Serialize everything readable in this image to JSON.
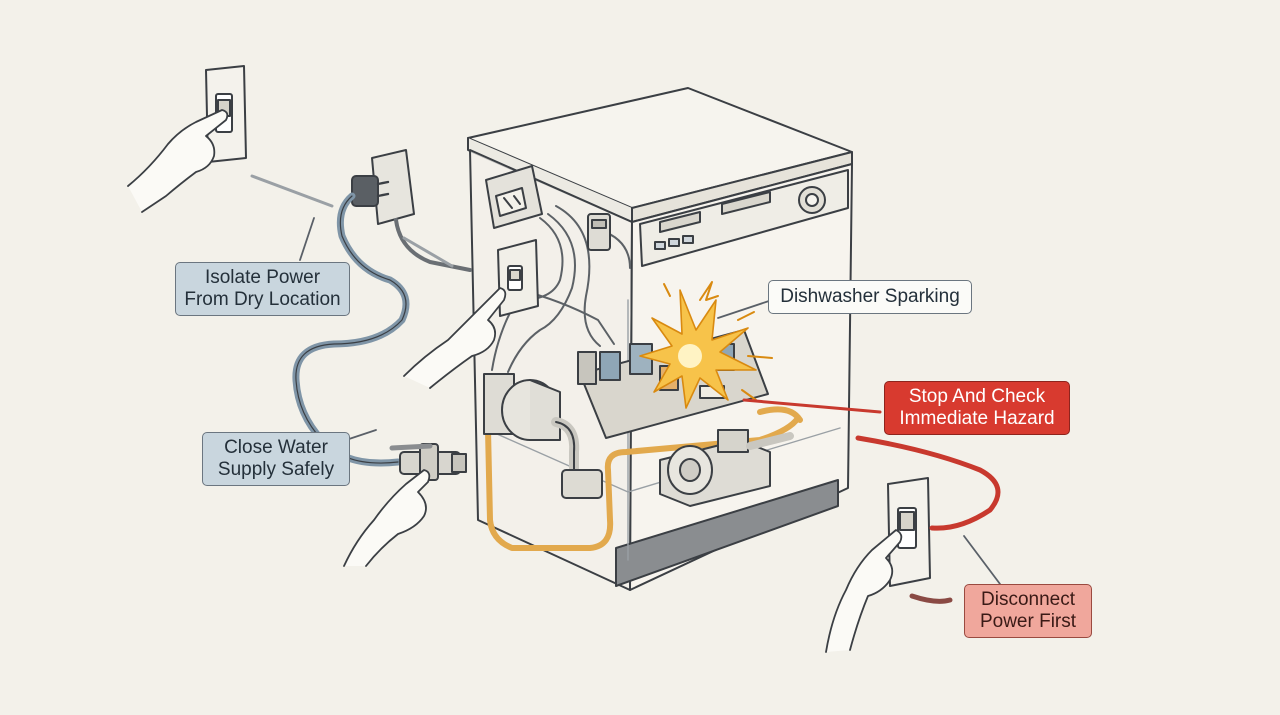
{
  "labels": {
    "isolate_power": [
      "Isolate Power",
      "From Dry Location"
    ],
    "close_water": [
      "Close Water",
      "Supply Safely"
    ],
    "dishwasher_sparking": "Dishwasher Sparking",
    "stop_check": [
      "Stop And Check",
      "Immediate Hazard"
    ],
    "disconnect_power": [
      "Disconnect",
      "Power First"
    ]
  },
  "colors": {
    "background": "#f3f1ea",
    "line": "#3b3f44",
    "water_hose": "#7f95a7",
    "power_cord_red": "#c8392e",
    "copper_pipe": "#e2a94d",
    "spark": "#f0a020",
    "callout_blue": "#c9d6de",
    "callout_red": "#d83a2f",
    "callout_pink": "#f0a79c"
  },
  "icons": [
    "wall-switch-icon",
    "plug-icon",
    "water-valve-icon",
    "hand-icon",
    "spark-icon",
    "circuit-board-icon",
    "pump-motor-icon"
  ]
}
